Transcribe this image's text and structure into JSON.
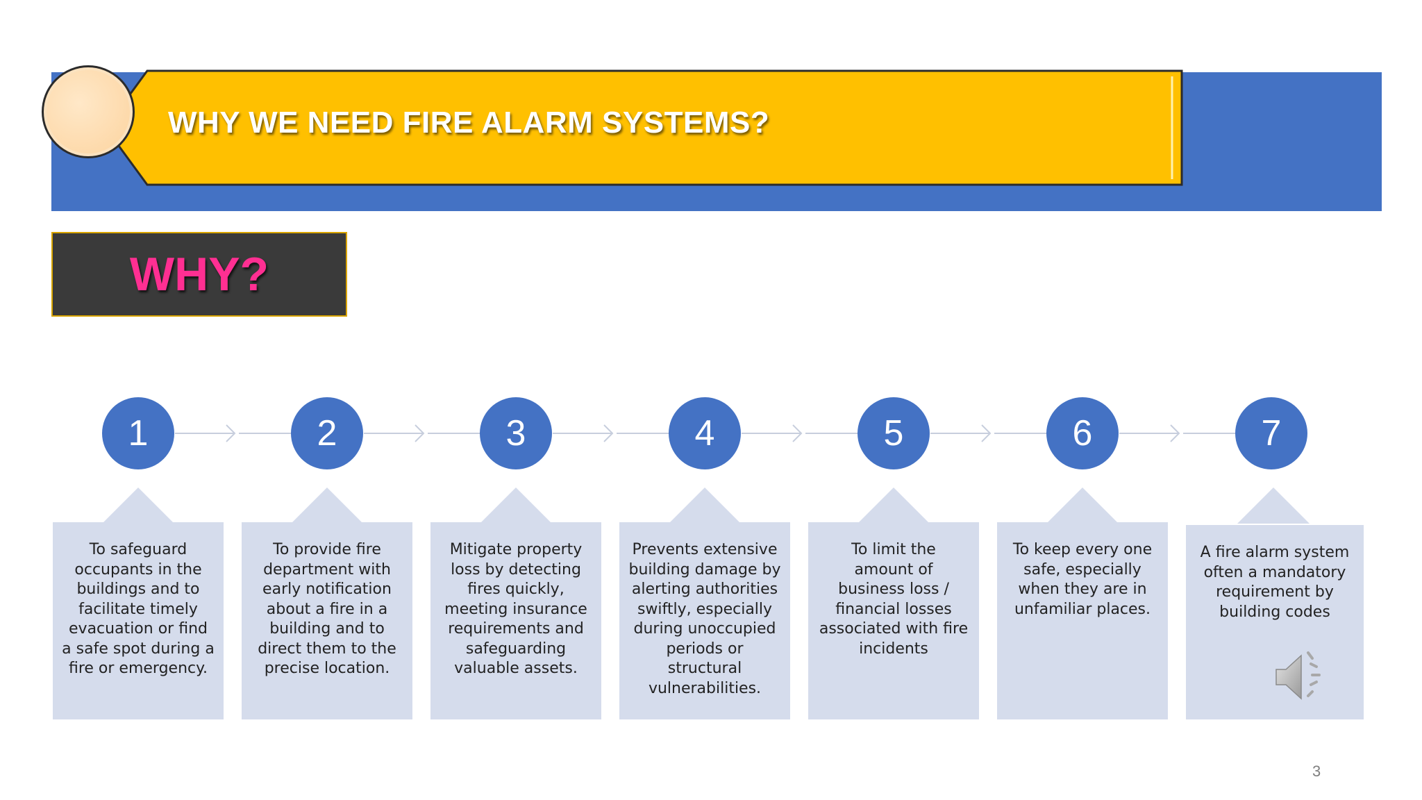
{
  "header": {
    "title": "WHY WE NEED FIRE ALARM SYSTEMS?"
  },
  "why_box": {
    "label": "WHY?"
  },
  "steps": [
    {
      "number": "1",
      "text": "To safeguard\noccupants in the\nbuildings and to\nfacilitate timely\nevacuation or find\na safe spot during a\nfire or emergency."
    },
    {
      "number": "2",
      "text": "To provide fire\ndepartment with\nearly notification\nabout a fire in a\nbuilding and to\ndirect them to the\nprecise location."
    },
    {
      "number": "3",
      "text": "Mitigate property\nloss by detecting\nfires quickly,\nmeeting insurance\nrequirements and\nsafeguarding\nvaluable assets."
    },
    {
      "number": "4",
      "text": "Prevents extensive\nbuilding damage by\nalerting authorities\nswiftly, especially\nduring unoccupied\nperiods or\nstructural\nvulnerabilities."
    },
    {
      "number": "5",
      "text": "To limit the\namount of\nbusiness loss /\nfinancial losses\nassociated with fire\nincidents"
    },
    {
      "number": "6",
      "text": "To keep every one\nsafe, especially\nwhen they are in\nunfamiliar places."
    },
    {
      "number": "7",
      "text": "A fire alarm system\noften a  mandatory\nrequirement by\nbuilding codes"
    }
  ],
  "footer": {
    "page_number": "3"
  },
  "colors": {
    "header_band": "#4472c4",
    "title_banner": "#ffc000",
    "why_text": "#ff2f92",
    "step_circle": "#4472c4",
    "step_card": "#d5dcec"
  },
  "icons": {
    "audio": "speaker-icon"
  }
}
